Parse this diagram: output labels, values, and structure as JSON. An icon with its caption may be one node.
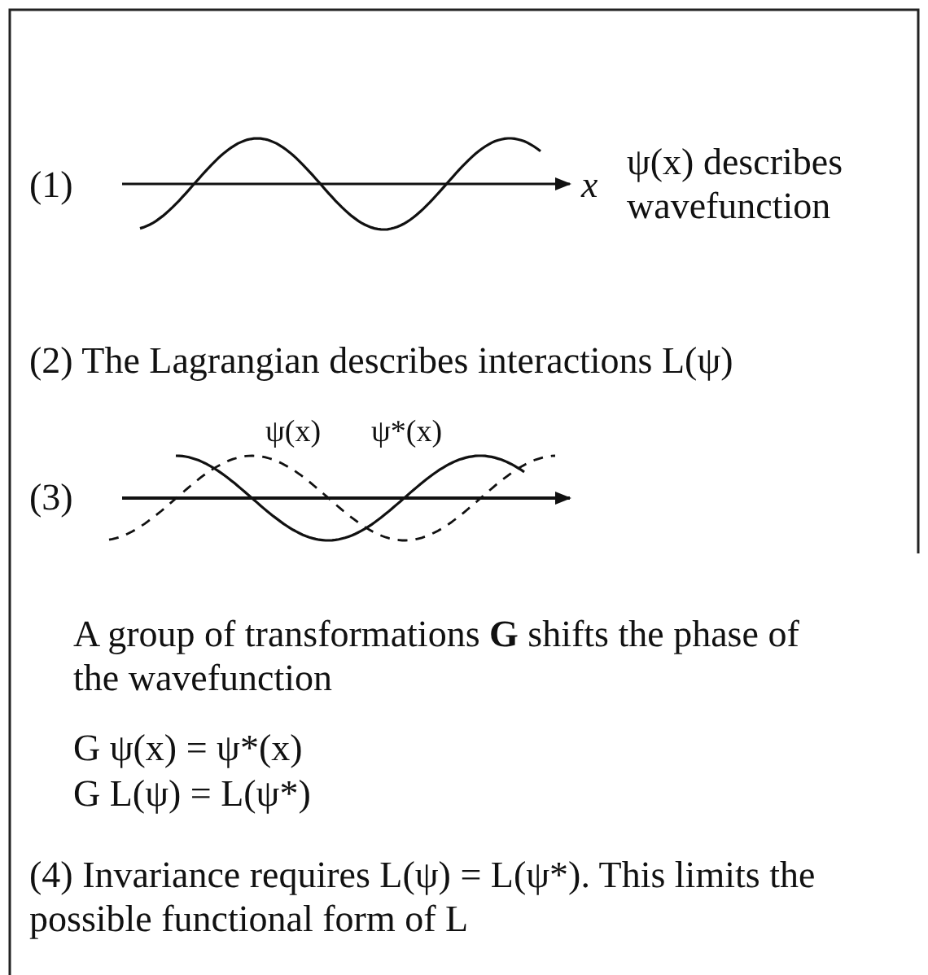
{
  "diagram": {
    "labels": [
      "(1)",
      "x",
      "ψ(x) describes wavefunction",
      "(2) The Lagrangian describes interactions L(ψ)",
      "ψ(x)",
      "ψ*(x)",
      "(3)",
      "A group of transformations **G** shifts the phase of the wavefunction",
      "G ψ(x) = ψ*(x)",
      "G L(ψ) = L(ψ*)",
      "(4) Invariance requires L(ψ) = L(ψ*). This limits the possible functional form of L"
    ]
  }
}
